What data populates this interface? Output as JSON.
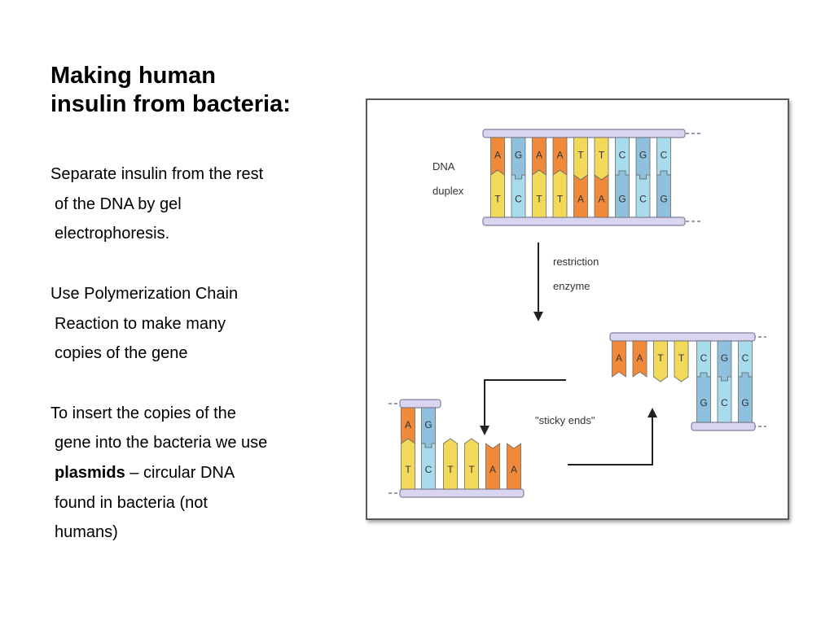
{
  "slide": {
    "title_lines": [
      "Making human",
      "insulin from bacteria:"
    ],
    "paragraphs": [
      {
        "lines": [
          "Separate insulin from the rest",
          "of the DNA by gel",
          "electrophoresis."
        ]
      },
      {
        "lines": [
          "Use Polymerization Chain",
          "Reaction to make many",
          "copies of the gene"
        ]
      },
      {
        "lines": [
          "To insert the copies of the",
          "gene into the bacteria we use"
        ],
        "bold_term": "plasmids",
        "after_term": " – circular DNA",
        "tail_lines": [
          "found in bacteria (not",
          "humans)"
        ]
      }
    ]
  },
  "diagram": {
    "labels": {
      "dna": "DNA",
      "duplex": "duplex",
      "restriction": "restriction",
      "enzyme": "enzyme",
      "sticky_ends": "\"sticky ends\""
    },
    "colors": {
      "A": "#f08a3a",
      "T": "#f2d95a",
      "G": "#8fc0de",
      "C": "#a8dcec",
      "backbone_fill": "#d9d4f0",
      "backbone_stroke": "#7f7f9a"
    },
    "duplex_pairs": [
      [
        "A",
        "T"
      ],
      [
        "G",
        "C"
      ],
      [
        "A",
        "T"
      ],
      [
        "A",
        "T"
      ],
      [
        "T",
        "A"
      ],
      [
        "T",
        "A"
      ],
      [
        "C",
        "G"
      ],
      [
        "G",
        "C"
      ],
      [
        "C",
        "G"
      ]
    ],
    "left_fragment": {
      "pairs": [
        [
          "A",
          "T"
        ],
        [
          "G",
          "C"
        ]
      ],
      "overhang": [
        "T",
        "T",
        "A",
        "A"
      ]
    },
    "right_fragment": {
      "overhang": [
        "A",
        "A",
        "T",
        "T"
      ],
      "pairs": [
        [
          "C",
          "G"
        ],
        [
          "G",
          "C"
        ],
        [
          "C",
          "G"
        ]
      ]
    }
  }
}
